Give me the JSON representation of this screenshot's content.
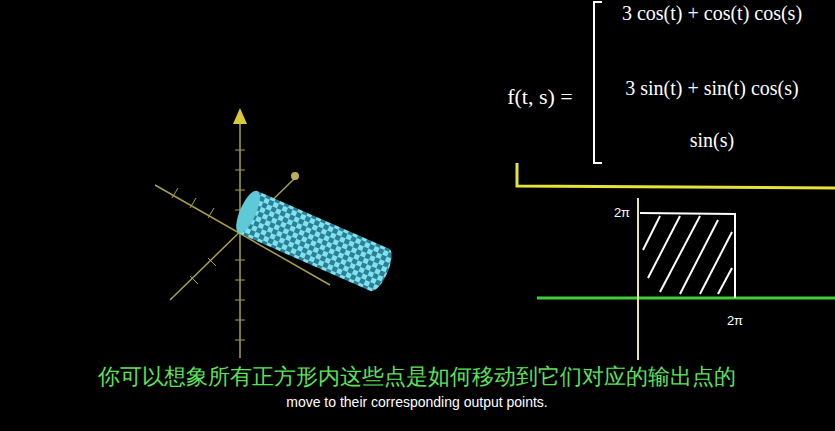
{
  "diagram": {
    "labels": [
      "f(t, s) =",
      "3 cos(t) + cos(t) cos(s)",
      "3 sin(t) + sin(t) cos(s)",
      "sin(s)",
      "2π",
      "2π",
      "你可以想象所有正方形内这些点是如何移动到它们对应的输出点的",
      "move to their corresponding output points."
    ]
  }
}
